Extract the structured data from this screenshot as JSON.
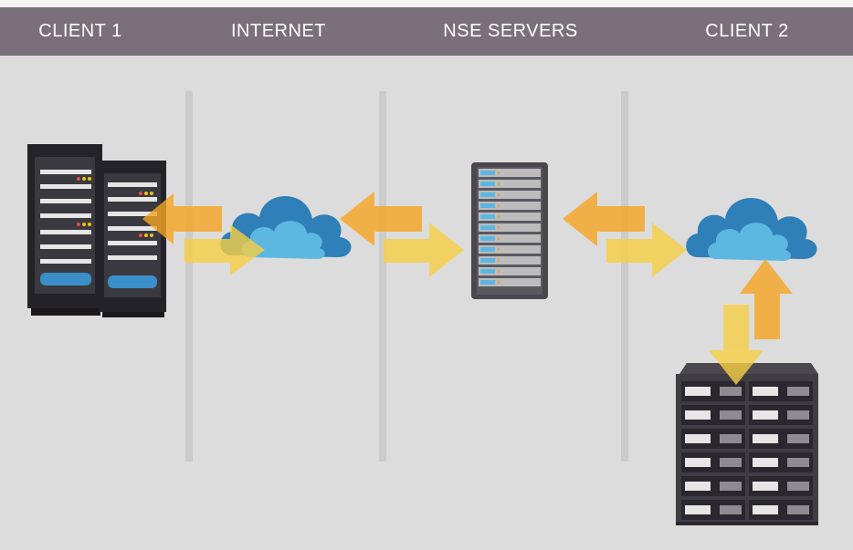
{
  "header": {
    "columns": [
      {
        "label": "CLIENT 1"
      },
      {
        "label": "INTERNET"
      },
      {
        "label": "NSE SERVERS"
      },
      {
        "label": "CLIENT 2"
      }
    ]
  },
  "colors": {
    "header_bg": "#7a7079",
    "background": "#dcdcdc",
    "arrow_orange": "#f6a623",
    "arrow_yellow": "#f8cf45",
    "cloud_dark": "#2f7fb8",
    "cloud_light": "#5cb8e0"
  },
  "icons": [
    "server-rack-icon",
    "cloud-icon",
    "server-blade-icon",
    "server-cabinet-icon",
    "arrow-left-icon",
    "arrow-right-icon",
    "arrow-up-icon",
    "arrow-down-icon"
  ]
}
